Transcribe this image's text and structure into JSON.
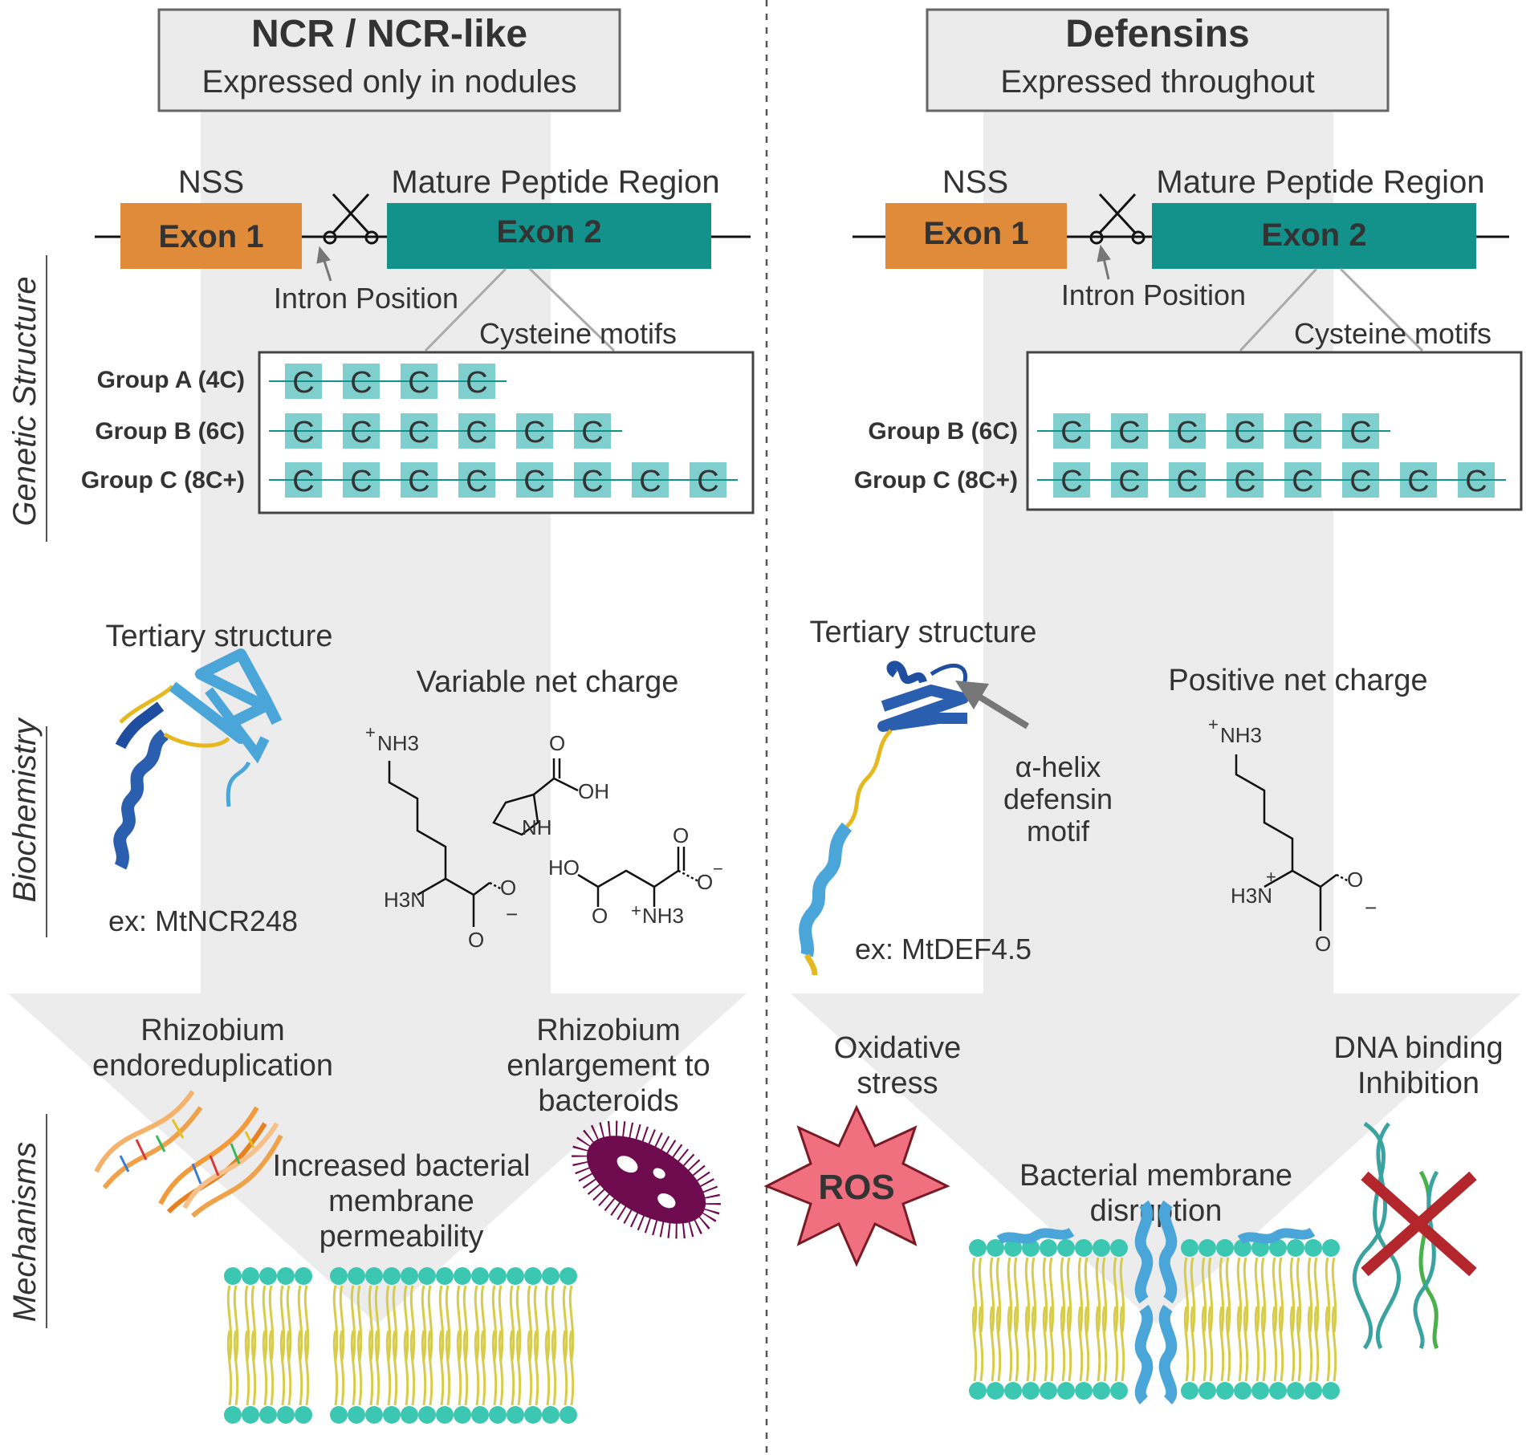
{
  "left": {
    "title": "NCR / NCR-like",
    "subtitle": "Expressed only in nodules",
    "nss_label": "NSS",
    "mature_label": "Mature Peptide Region",
    "exon1": "Exon 1",
    "exon2": "Exon 2",
    "intron_label": "Intron Position",
    "cys_label": "Cysteine motifs",
    "groups": [
      {
        "label": "Group A (4C)",
        "count": 4
      },
      {
        "label": "Group B (6C)",
        "count": 6
      },
      {
        "label": "Group C (8C+)",
        "count": 8
      }
    ],
    "tertiary_label": "Tertiary structure",
    "example": "ex: MtNCR248",
    "charge_label": "Variable net charge",
    "mech1": [
      "Rhizobium",
      "endoreduplication"
    ],
    "mech2": [
      "Rhizobium",
      "enlargement to",
      "bacteroids"
    ],
    "mech3": [
      "Increased bacterial",
      "membrane",
      "permeability"
    ]
  },
  "right": {
    "title": "Defensins",
    "subtitle": "Expressed throughout",
    "nss_label": "NSS",
    "mature_label": "Mature Peptide Region",
    "exon1": "Exon 1",
    "exon2": "Exon 2",
    "intron_label": "Intron Position",
    "cys_label": "Cysteine motifs",
    "groups": [
      {
        "label": "Group B (6C)",
        "count": 6
      },
      {
        "label": "Group C (8C+)",
        "count": 8
      }
    ],
    "tertiary_label": "Tertiary structure",
    "example": "ex: MtDEF4.5",
    "motif_label": [
      "α-helix",
      "defensin",
      "motif"
    ],
    "charge_label": "Positive net charge",
    "mech1": [
      "Oxidative",
      "stress"
    ],
    "ros": "ROS",
    "mech2": [
      "DNA binding",
      "Inhibition"
    ],
    "mech3": [
      "Bacterial membrane",
      "disruption"
    ]
  },
  "side_labels": [
    "Genetic Structure",
    "Biochemistry",
    "Mechanisms"
  ],
  "cys_letter": "C",
  "chem": {
    "nh3": "NH3",
    "h3n": "H3N",
    "oh": "OH",
    "nh": "NH",
    "ho": "HO",
    "o": "O",
    "plus": "+",
    "minus": "−"
  },
  "colors": {
    "exon1": "#e08b3a",
    "exon2": "#13928c",
    "cys": "#7fcfcf",
    "header_bg": "#ebebeb",
    "arrow_bg": "#ececec",
    "lipid_head": "#3cc7b3",
    "lipid_tail": "#d7cc4a",
    "ros": "#f07080",
    "bacterium": "#6e0a4e",
    "cross": "#b3262c"
  }
}
